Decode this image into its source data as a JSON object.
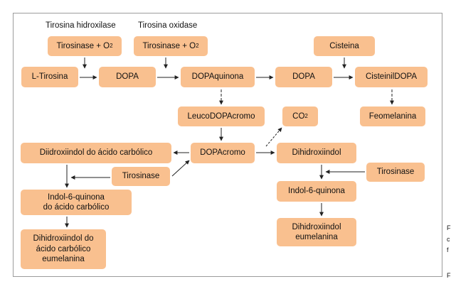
{
  "labels": {
    "enzyme1": "Tirosina hidroxilase",
    "enzyme2": "Tirosina oxidase"
  },
  "nodes": {
    "tirosinase_o2_1": {
      "text": "Tirosinase + O",
      "sub": "2"
    },
    "tirosinase_o2_2": {
      "text": "Tirosinase + O",
      "sub": "2"
    },
    "cisteina": "Cisteina",
    "l_tirosina": "L-Tirosina",
    "dopa_1": "DOPA",
    "dopaquinona": "DOPAquinona",
    "dopa_2": "DOPA",
    "cisteinildopa": "CisteinilDOPA",
    "leucodopacromo": "LeucoDOPAcromo",
    "co2": {
      "text": "CO",
      "sub": "2"
    },
    "feomelanina": "Feomelanina",
    "diidroxiindol_carb": "Diidroxiindol do ácido carbólico",
    "dopacromo": "DOPAcromo",
    "dihidroxiindol": "Dihidroxiindol",
    "tirosinase_left": "Tirosinase",
    "tirosinase_right": "Tirosinase",
    "indol_carb_l1": "Indol-6-quinona",
    "indol_carb_l2": "do ácido carbólico",
    "indol_6_quinona": "Indol-6-quinona",
    "dihid_carb_eum_l1": "Dihidroxiindol do",
    "dihid_carb_eum_l2": "ácido carbólico",
    "dihid_carb_eum_l3": "eumelanina",
    "dihid_eum_l1": "Dihidroxiindol",
    "dihid_eum_l2": "eumelanina"
  },
  "edge_labels": {
    "cyclization": "?"
  },
  "colors": {
    "node_fill": "#f9c08f",
    "arrow": "#222222",
    "frame": "#9c9c9c"
  },
  "right_edge_fragments": [
    "F",
    "c",
    "f",
    "F"
  ]
}
